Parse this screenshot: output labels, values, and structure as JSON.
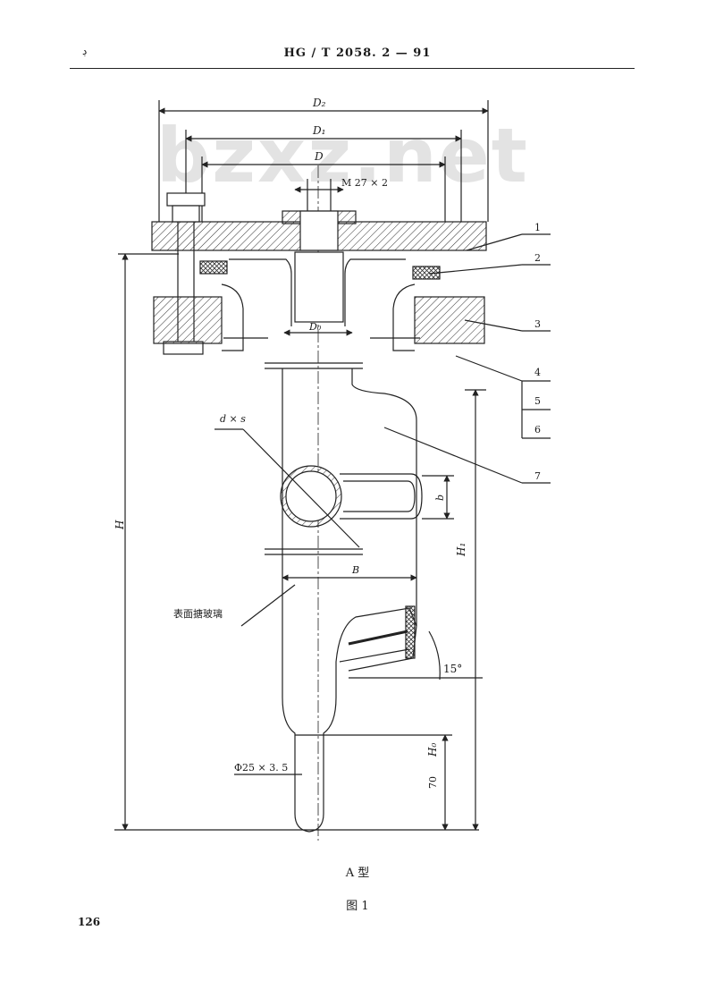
{
  "header": {
    "standard_code": "HG / T  2058. 2 — 91",
    "corner_mark": "ڊ"
  },
  "watermark": "bzxz.net",
  "drawing": {
    "dim_D2": "D₂",
    "dim_D1": "D₁",
    "dim_D": "D",
    "dim_thread": "M 27 × 2",
    "dim_D0": "D₀",
    "dim_dxs": "d × s",
    "dim_b": "b",
    "dim_B": "B",
    "dim_H": "H",
    "dim_H1": "H₁",
    "dim_H0": "H₀",
    "dim_70": "70",
    "dim_angle": "15°",
    "dim_phi": "Φ25 × 3. 5",
    "note_enamel": "表面搪玻璃",
    "callouts": [
      "1",
      "2",
      "3",
      "4",
      "5",
      "6",
      "7"
    ]
  },
  "caption": {
    "type": "A  型",
    "figure": "图   1"
  },
  "page_number": "126"
}
